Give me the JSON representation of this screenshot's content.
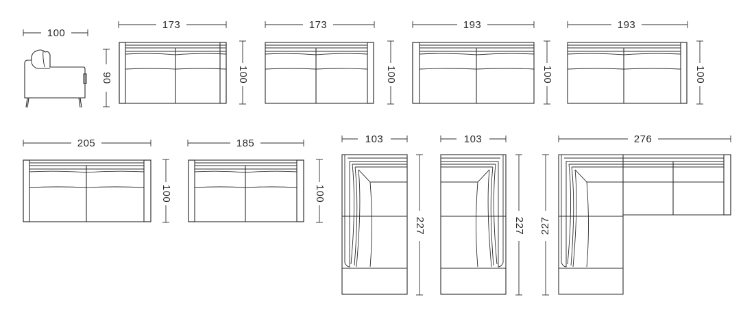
{
  "colors": {
    "line": "#2b2b2b",
    "background": "#ffffff"
  },
  "side_view": {
    "width_label": "100",
    "height_label": "90"
  },
  "sofas_row1": [
    {
      "width_label": "173",
      "depth_label": "100"
    },
    {
      "width_label": "173",
      "depth_label": "100"
    },
    {
      "width_label": "193",
      "depth_label": "100"
    },
    {
      "width_label": "193",
      "depth_label": "100"
    }
  ],
  "sofas_row2": [
    {
      "width_label": "205",
      "depth_label": "100"
    },
    {
      "width_label": "185",
      "depth_label": "100"
    }
  ],
  "chaise_left": {
    "width_label": "103",
    "length_label": "227"
  },
  "chaise_right": {
    "width_label": "103",
    "length_label": "227"
  },
  "corner_sofa": {
    "width_label": "276",
    "length_label": "227"
  }
}
